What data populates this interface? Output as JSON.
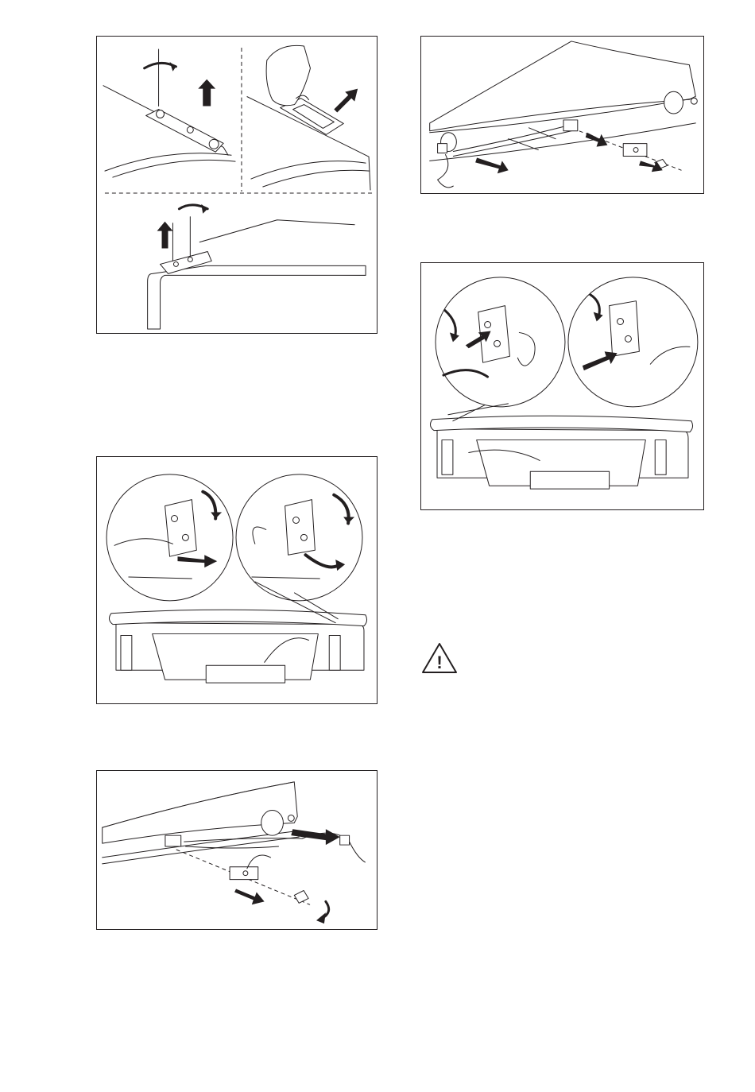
{
  "page": {
    "background": "#ffffff",
    "line_color": "#231f20"
  },
  "figures": [
    {
      "id": "fig-top-hinge-removal",
      "icon": "screwdriver-unscrew-lift-illustration"
    },
    {
      "id": "fig-bottom-hinge-removal",
      "icon": "hinge-unscrew-remove-illustration"
    },
    {
      "id": "fig-cable-removal",
      "icon": "cable-pull-out-illustration"
    },
    {
      "id": "fig-cable-insertion",
      "icon": "cable-insert-illustration"
    },
    {
      "id": "fig-bottom-hinge-install",
      "icon": "hinge-install-screw-illustration"
    }
  ],
  "warning": {
    "icon": "warning-triangle-icon",
    "symbol": "!"
  }
}
